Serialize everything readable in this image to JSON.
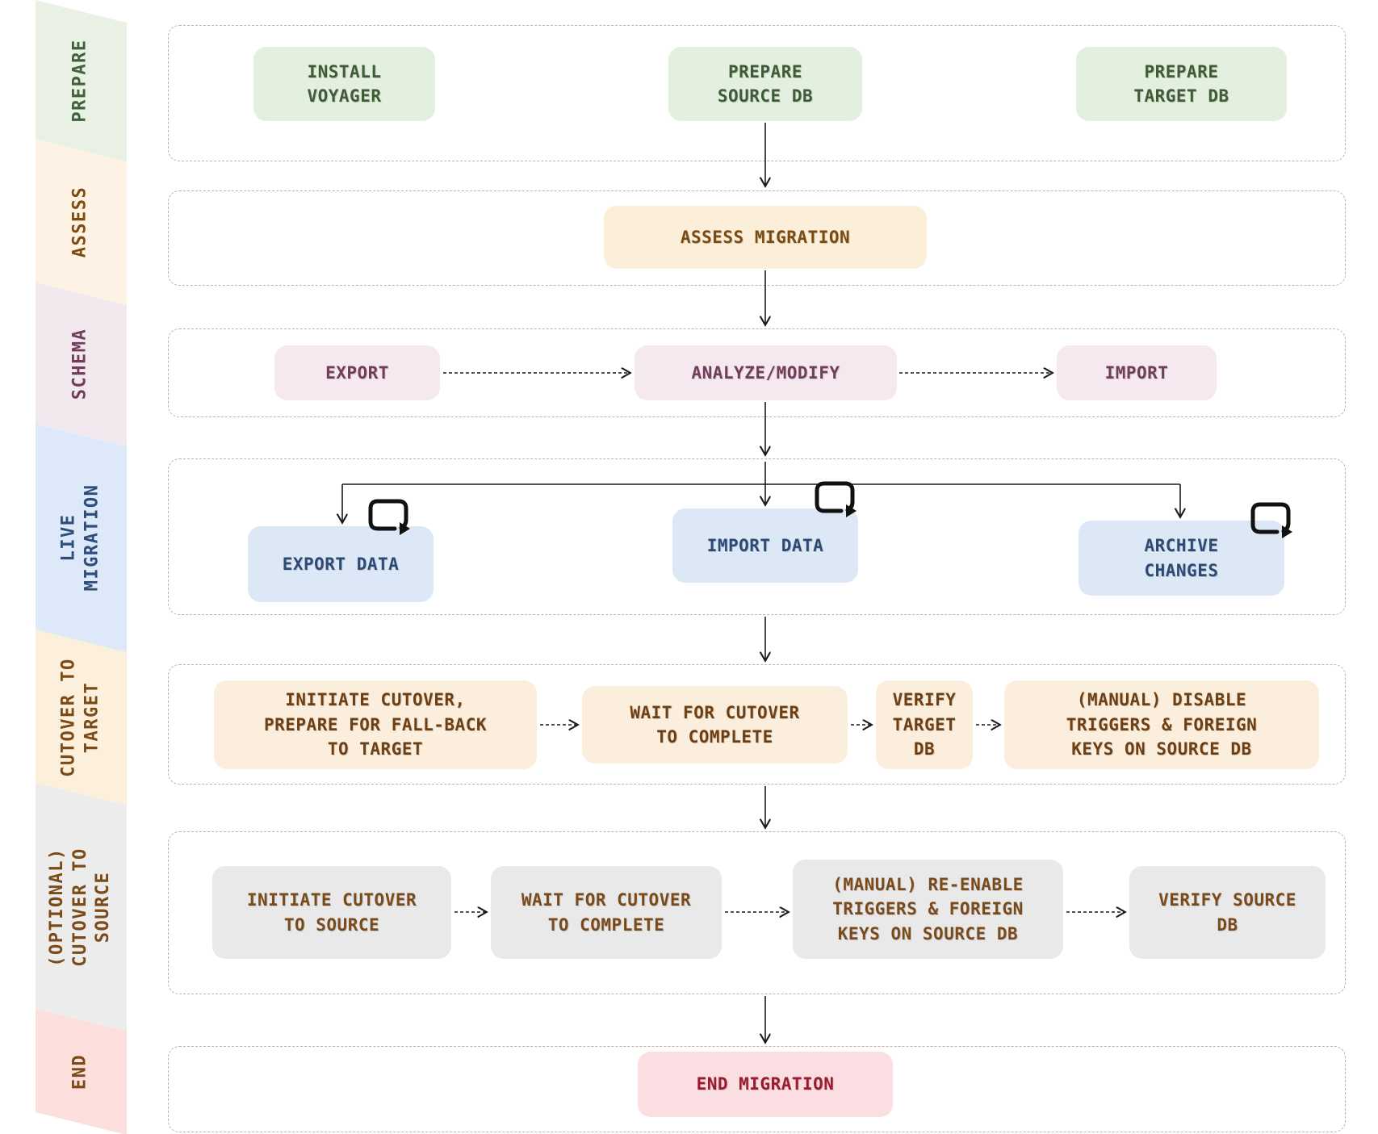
{
  "palette": {
    "background": "#ffffff",
    "row_border_dash": "#cfae99",
    "arrow": "#1a1a1a",
    "lane_prepare": {
      "band": "#e8f1e4",
      "label": "#41613b",
      "node_bg": "#e3efdf",
      "node_text": "#3e5c35"
    },
    "lane_assess": {
      "band": "#fdf2e3",
      "label": "#7d4c10",
      "node_bg": "#fcefda",
      "node_text": "#7a4a12"
    },
    "lane_schema": {
      "band": "#f2e9ef",
      "label": "#6f3d5a",
      "node_bg": "#f5e8ee",
      "node_text": "#703d5b"
    },
    "lane_live_migration": {
      "band": "#dde9f8",
      "label": "#2e4d78",
      "node_bg": "#dde8f7",
      "node_text": "#2c4a73"
    },
    "lane_cutover_target": {
      "band": "#fcf0dd",
      "label": "#7b4b17",
      "node_bg": "#fbeedd",
      "node_text": "#6f3f14"
    },
    "lane_cutover_source": {
      "band": "#ececec",
      "label": "#7b4b17",
      "node_bg": "#e9e9e9",
      "node_text": "#7a4a1a"
    },
    "lane_end": {
      "band": "#fcdfdd",
      "label": "#7b4b17",
      "node_bg": "#fbdee1",
      "node_text": "#9d1b2f"
    }
  },
  "lanes": [
    {
      "id": "prepare",
      "label": "PREPARE"
    },
    {
      "id": "assess",
      "label": "ASSESS"
    },
    {
      "id": "schema",
      "label": "SCHEMA"
    },
    {
      "id": "live-migration",
      "label": "LIVE\nMIGRATION"
    },
    {
      "id": "cutover-to-target",
      "label": "CUTOVER TO\nTARGET"
    },
    {
      "id": "optional-cutover-to-source",
      "label": "(OPTIONAL)\nCUTOVER TO\nSOURCE"
    },
    {
      "id": "end",
      "label": "END"
    }
  ],
  "nodes": {
    "install_voyager": {
      "label": "INSTALL\nVOYAGER",
      "lane": "prepare"
    },
    "prepare_source_db": {
      "label": "PREPARE\nSOURCE DB",
      "lane": "prepare"
    },
    "prepare_target_db": {
      "label": "PREPARE\nTARGET DB",
      "lane": "prepare"
    },
    "assess_migration": {
      "label": "ASSESS MIGRATION",
      "lane": "assess"
    },
    "export_schema": {
      "label": "EXPORT",
      "lane": "schema"
    },
    "analyze_modify": {
      "label": "ANALYZE/MODIFY",
      "lane": "schema"
    },
    "import_schema": {
      "label": "IMPORT",
      "lane": "schema"
    },
    "export_data": {
      "label": "EXPORT DATA",
      "lane": "live-migration",
      "loop": true
    },
    "import_data": {
      "label": "IMPORT DATA",
      "lane": "live-migration",
      "loop": true
    },
    "archive_changes": {
      "label": "ARCHIVE\nCHANGES",
      "lane": "live-migration",
      "loop": true
    },
    "initiate_cutover_target": {
      "label": "INITIATE CUTOVER,\nPREPARE FOR FALL-BACK\nTO TARGET",
      "lane": "cutover-to-target"
    },
    "wait_cutover_target": {
      "label": "WAIT FOR CUTOVER\nTO COMPLETE",
      "lane": "cutover-to-target"
    },
    "verify_target_db": {
      "label": "VERIFY\nTARGET\nDB",
      "lane": "cutover-to-target"
    },
    "manual_disable_triggers": {
      "label": "(MANUAL) DISABLE\nTRIGGERS & FOREIGN\nKEYS ON SOURCE DB",
      "lane": "cutover-to-target"
    },
    "initiate_cutover_source": {
      "label": "INITIATE CUTOVER\nTO SOURCE",
      "lane": "optional-cutover-to-source"
    },
    "wait_cutover_source": {
      "label": "WAIT FOR CUTOVER\nTO COMPLETE",
      "lane": "optional-cutover-to-source"
    },
    "manual_reenable_triggers": {
      "label": "(MANUAL) RE-ENABLE\nTRIGGERS & FOREIGN\nKEYS ON SOURCE DB",
      "lane": "optional-cutover-to-source"
    },
    "verify_source_db": {
      "label": "VERIFY SOURCE\nDB",
      "lane": "optional-cutover-to-source"
    },
    "end_migration": {
      "label": "END MIGRATION",
      "lane": "end"
    }
  },
  "edges": [
    {
      "from": "prepare_source_db",
      "to": "assess_migration",
      "style": "solid"
    },
    {
      "from": "assess_migration",
      "to": "analyze_modify",
      "style": "solid"
    },
    {
      "from": "export_schema",
      "to": "analyze_modify",
      "style": "dotted"
    },
    {
      "from": "analyze_modify",
      "to": "import_schema",
      "style": "dotted"
    },
    {
      "from": "analyze_modify",
      "to": "export_data",
      "style": "solid-branch"
    },
    {
      "from": "analyze_modify",
      "to": "import_data",
      "style": "solid-branch"
    },
    {
      "from": "analyze_modify",
      "to": "archive_changes",
      "style": "solid-branch"
    },
    {
      "from": "export_data",
      "to": "export_data",
      "style": "self-loop"
    },
    {
      "from": "import_data",
      "to": "import_data",
      "style": "self-loop"
    },
    {
      "from": "archive_changes",
      "to": "archive_changes",
      "style": "self-loop"
    },
    {
      "from": "live-migration",
      "to": "cutover-to-target",
      "style": "solid"
    },
    {
      "from": "initiate_cutover_target",
      "to": "wait_cutover_target",
      "style": "dotted"
    },
    {
      "from": "wait_cutover_target",
      "to": "verify_target_db",
      "style": "dotted"
    },
    {
      "from": "verify_target_db",
      "to": "manual_disable_triggers",
      "style": "dotted"
    },
    {
      "from": "cutover-to-target",
      "to": "optional-cutover-to-source",
      "style": "solid"
    },
    {
      "from": "initiate_cutover_source",
      "to": "wait_cutover_source",
      "style": "dotted"
    },
    {
      "from": "wait_cutover_source",
      "to": "manual_reenable_triggers",
      "style": "dotted"
    },
    {
      "from": "manual_reenable_triggers",
      "to": "verify_source_db",
      "style": "dotted"
    },
    {
      "from": "optional-cutover-to-source",
      "to": "end_migration",
      "style": "solid"
    }
  ]
}
